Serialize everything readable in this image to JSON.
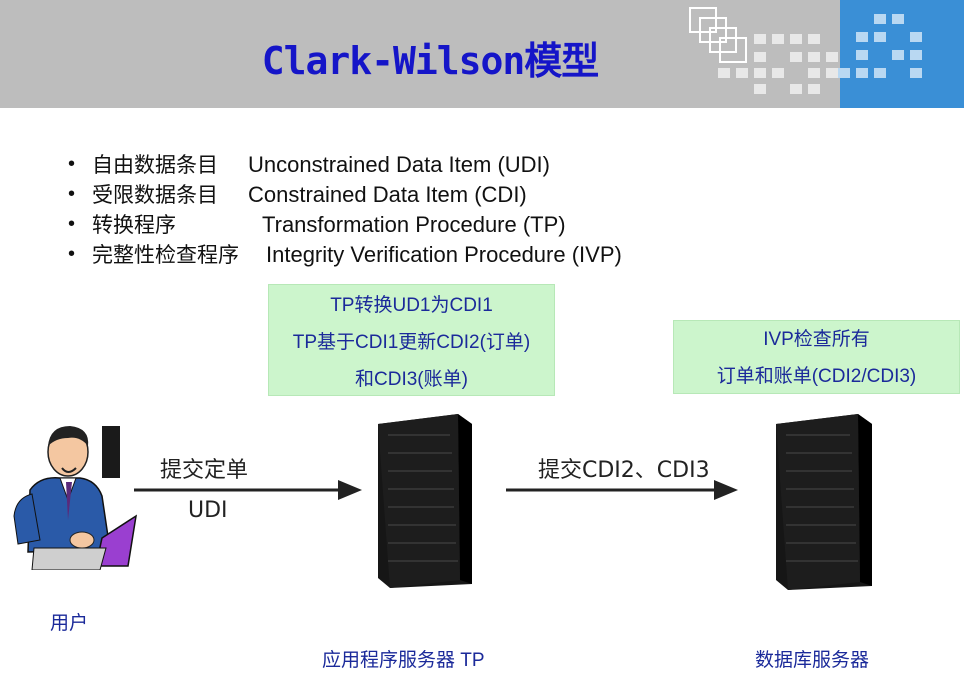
{
  "slide": {
    "title": "Clark-Wilson模型",
    "bullets": [
      {
        "zh": "自由数据条目",
        "en": "Unconstrained Data Item (UDI)"
      },
      {
        "zh": "受限数据条目",
        "en": "Constrained Data Item (CDI)"
      },
      {
        "zh": "转换程序",
        "en": "Transformation Procedure (TP)"
      },
      {
        "zh": "完整性检查程序",
        "en": "Integrity Verification Procedure (IVP)"
      }
    ],
    "tp_note": {
      "line1": "TP转换UD1为CDI1",
      "line2": "TP基于CDI1更新CDI2(订单)",
      "line3": "和CDI3(账单)"
    },
    "ivp_note": {
      "line1": "IVP检查所有",
      "line2": "订单和账单(CDI2/CDI3)"
    },
    "arrow1": {
      "top": "提交定单",
      "bottom": "UDI"
    },
    "arrow2": {
      "top": "提交CDI2、CDI3"
    },
    "captions": {
      "user": "用户",
      "app_server": "应用程序服务器 TP",
      "db_server": "数据库服务器"
    },
    "colors": {
      "header_gray": "#bdbdbd",
      "header_blue": "#3a8fd6",
      "title": "#1515c8",
      "note_bg": "#ccf5cc",
      "caption": "#1b2a9a"
    }
  }
}
